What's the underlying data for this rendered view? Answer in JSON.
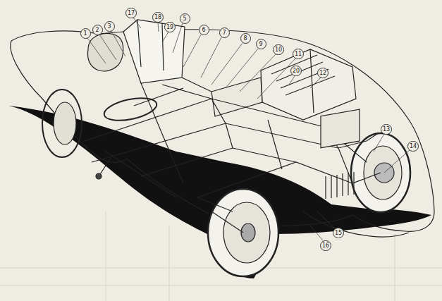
{
  "diagram": {
    "labels": [
      "1",
      "2",
      "3",
      "17",
      "18",
      "19",
      "5",
      "6",
      "7",
      "8",
      "9",
      "10",
      "11",
      "20",
      "12",
      "13",
      "14",
      "15",
      "16"
    ]
  }
}
